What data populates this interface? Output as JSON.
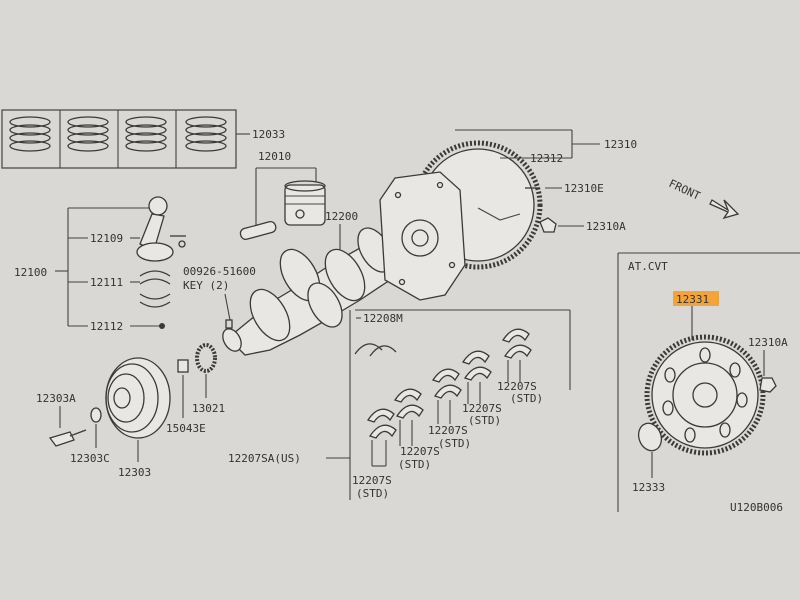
{
  "labels": {
    "piston_ring": "12033",
    "piston": "12010",
    "conrod": "12109",
    "conrod_assy": "12100",
    "conrod_bearing": "12111",
    "conrod_nut": "12112",
    "crankshaft": "12200",
    "key_part": "00926-51600",
    "key_text": "KEY (2)",
    "flywheel_assy": "12310",
    "ring_gear": "12312",
    "dowel": "12310E",
    "flywheel_bolt": "12310A",
    "front": "FRONT",
    "atcvt": "AT.CVT",
    "drive_plate": "12331",
    "drive_plate_bolt": "12310A",
    "reinforcement_plate": "12333",
    "thrust_bearing": "12208M",
    "main_bearing_set": "12207SA(US)",
    "main_bearing_a": "12207S",
    "main_bearing_b": "12207S",
    "main_bearing_c": "12207S",
    "main_bearing_d": "12207S",
    "main_bearing_e": "12207S",
    "std": "(STD)",
    "pulley_bolt": "12303A",
    "pulley_washer": "12303C",
    "pulley": "12303",
    "key_small": "15043E",
    "sprocket": "13021",
    "ref": "U120B006"
  },
  "colors": {
    "highlight": "#f2a33a",
    "background": "#d9d8d4"
  }
}
